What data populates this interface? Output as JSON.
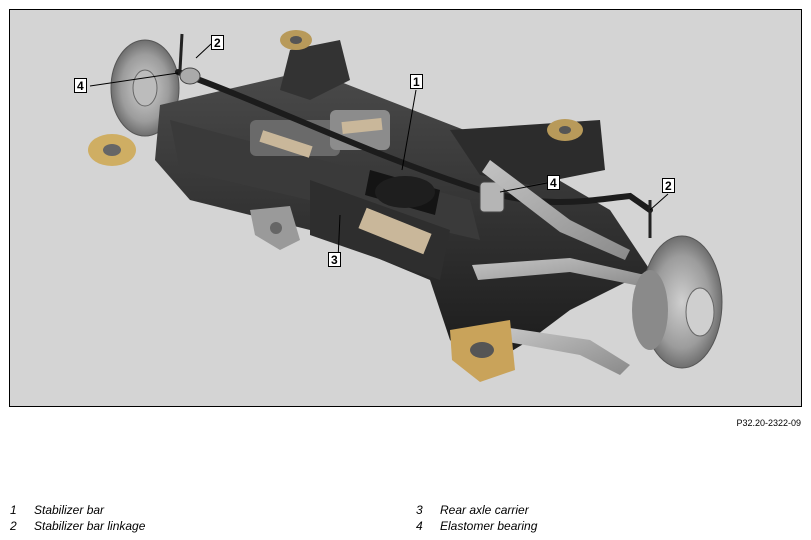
{
  "callouts": [
    {
      "number": "1"
    },
    {
      "number": "2"
    },
    {
      "number": "2"
    },
    {
      "number": "3"
    },
    {
      "number": "4"
    },
    {
      "number": "4"
    }
  ],
  "reference_code": "P32.20-2322-09",
  "legend": {
    "left": [
      {
        "number": "1",
        "label": "Stabilizer bar"
      },
      {
        "number": "2",
        "label": "Stabilizer bar linkage"
      }
    ],
    "right": [
      {
        "number": "3",
        "label": "Rear axle carrier"
      },
      {
        "number": "4",
        "label": "Elastomer bearing"
      }
    ]
  },
  "colors": {
    "background": "#d4d4d4",
    "carrier": "#2a2a2a",
    "metal": "#9a9a9a",
    "label": "#c9b79a"
  }
}
